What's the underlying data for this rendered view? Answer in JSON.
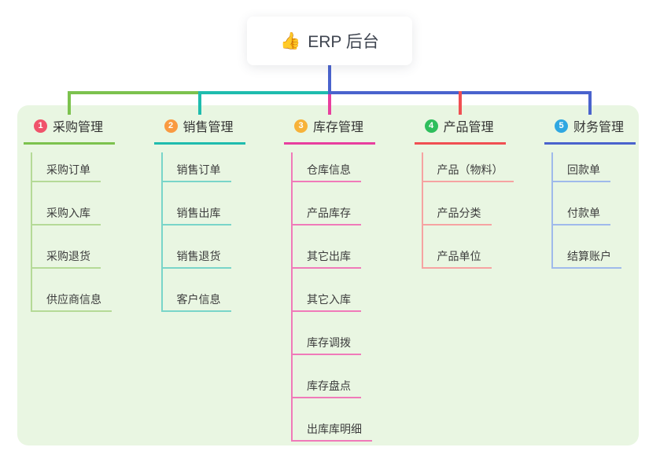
{
  "root": {
    "label": "ERP 后台",
    "emoji": "👍"
  },
  "panel": {
    "background": "#e9f6e2"
  },
  "connector": {
    "root_line_color": "#4a63cd"
  },
  "branches": [
    {
      "index": "1",
      "label": "采购管理",
      "badge_color": "#f0536b",
      "line_color": "#7cc24e",
      "child_line_color": "#b5da97",
      "children": [
        "采购订单",
        "采购入库",
        "采购退货",
        "供应商信息"
      ]
    },
    {
      "index": "2",
      "label": "销售管理",
      "badge_color": "#f99a41",
      "line_color": "#1fbcae",
      "child_line_color": "#79d5c9",
      "children": [
        "销售订单",
        "销售出库",
        "销售退货",
        "客户信息"
      ]
    },
    {
      "index": "3",
      "label": "库存管理",
      "badge_color": "#f7b239",
      "line_color": "#e83f9e",
      "child_line_color": "#f07ab9",
      "children": [
        "仓库信息",
        "产品库存",
        "其它出库",
        "其它入库",
        "库存调拨",
        "库存盘点",
        "出库库明细"
      ]
    },
    {
      "index": "4",
      "label": "产品管理",
      "badge_color": "#2ebe5c",
      "line_color": "#f04f52",
      "child_line_color": "#f6a3a2",
      "children": [
        "产品（物料）",
        "产品分类",
        "产品单位"
      ]
    },
    {
      "index": "5",
      "label": "财务管理",
      "badge_color": "#2fa7e1",
      "line_color": "#4a63cd",
      "child_line_color": "#9fbaeb",
      "children": [
        "回款单",
        "付款单",
        "结算账户"
      ]
    }
  ]
}
